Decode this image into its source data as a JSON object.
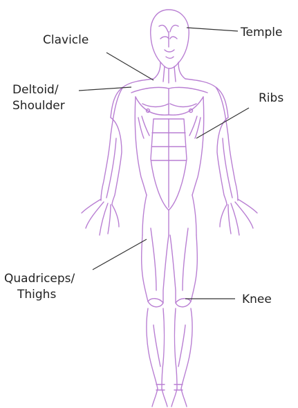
{
  "colors": {
    "outline": "#b97fd3",
    "leader": "#333333",
    "text": "#222222",
    "background": "#ffffff"
  },
  "labels": {
    "clavicle": "Clavicle",
    "temple": "Temple",
    "deltoid_line1": "Deltoid/",
    "deltoid_line2": "Shoulder",
    "ribs": "Ribs",
    "quad_line1": "Quadriceps/",
    "quad_line2": "Thighs",
    "knee": "Knee"
  }
}
